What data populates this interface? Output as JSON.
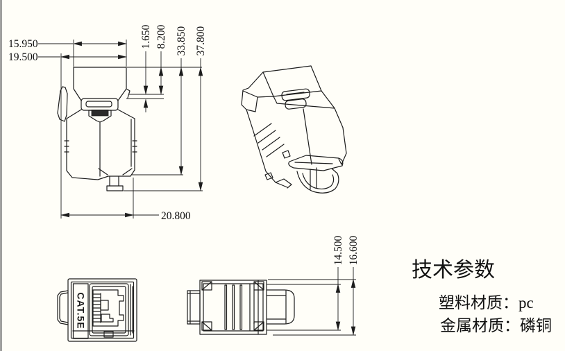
{
  "page": {
    "background": "#fffef8",
    "colors": {
      "line": "#1c1c1c",
      "left_border": "#8a8a8a",
      "dark_slot_fill": "#2b2b2b",
      "text": "#111111"
    }
  },
  "side_view": {
    "dimensions": {
      "top_width": "15.950",
      "upper_width": "19.500",
      "lip": "1.650",
      "latch_depth": "8.200",
      "body_height": "33.850",
      "overall_height": "37.800",
      "overall_width": "20.800"
    }
  },
  "top_view": {
    "dimensions": {
      "body_width": "14.500",
      "overall_width": "16.600"
    }
  },
  "front_view": {
    "marking": "CAT.5E"
  },
  "tech_params": {
    "title": "技术参数",
    "rows": [
      {
        "label": "塑料材质：",
        "value": "pc"
      },
      {
        "label": "金属材质：",
        "value": "磷铜"
      }
    ]
  }
}
